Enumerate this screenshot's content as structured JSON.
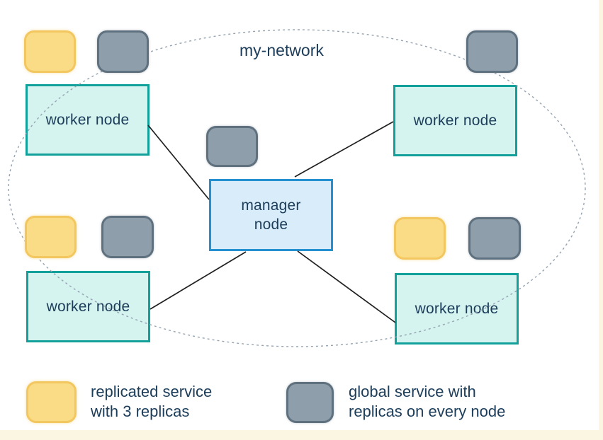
{
  "colors": {
    "background": "#FFFFFF",
    "page_margin": "#FBF6E2",
    "worker_fill": "#D5F3EF",
    "worker_border": "#12A09A",
    "manager_fill": "#D8ECFA",
    "manager_border": "#2590D0",
    "replicated_fill": "#FADC86",
    "replicated_border": "#F3C75F",
    "global_fill": "#8E9EAA",
    "global_border": "#5F707E",
    "network_ellipse": "#95A3B1",
    "connection_line": "#1F1F1F",
    "text": "#1C3D5A"
  },
  "network": {
    "label": "my-network"
  },
  "nodes": {
    "worker_label": "worker node",
    "manager_label_line1": "manager",
    "manager_label_line2": "node"
  },
  "legend": {
    "replicated_line1": "replicated service",
    "replicated_line2": "with 3 replicas",
    "global_line1": "global service with",
    "global_line2": "replicas on every node"
  }
}
